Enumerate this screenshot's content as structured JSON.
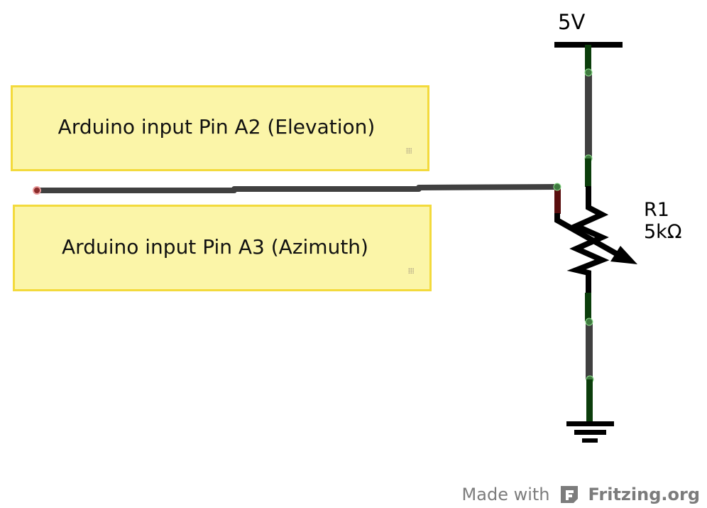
{
  "diagram": {
    "type": "schematic",
    "notes": [
      {
        "id": "note-a2",
        "text": "Arduino input Pin A2 (Elevation)"
      },
      {
        "id": "note-a3",
        "text": "Arduino input Pin A3 (Azimuth)"
      }
    ],
    "components": {
      "power": {
        "label": "5V",
        "symbol": "power-rail"
      },
      "potentiometer": {
        "ref": "R1",
        "value": "5kΩ",
        "symbol": "potentiometer"
      },
      "ground": {
        "symbol": "ground"
      }
    },
    "wires": [
      {
        "name": "wiper-wire",
        "from": "arduino-pin",
        "to": "R1-wiper"
      },
      {
        "name": "power-wire",
        "from": "5V",
        "to": "R1-top"
      },
      {
        "name": "ground-wire",
        "from": "R1-bottom",
        "to": "GND"
      }
    ],
    "colors": {
      "wire": "#404040",
      "connected_leg": "#0b3d0b",
      "unconnected_leg": "#5a0e0e",
      "connector_dot_ok": "#3f7a3f",
      "connector_dot_open": "#8b2b2b",
      "note_fill": "#fbf5a8",
      "note_border": "#f3da3c"
    }
  },
  "footer": {
    "made_with": "Made with",
    "brand": "Fritzing.org",
    "logo_icon": "fritzing-logo-icon"
  }
}
